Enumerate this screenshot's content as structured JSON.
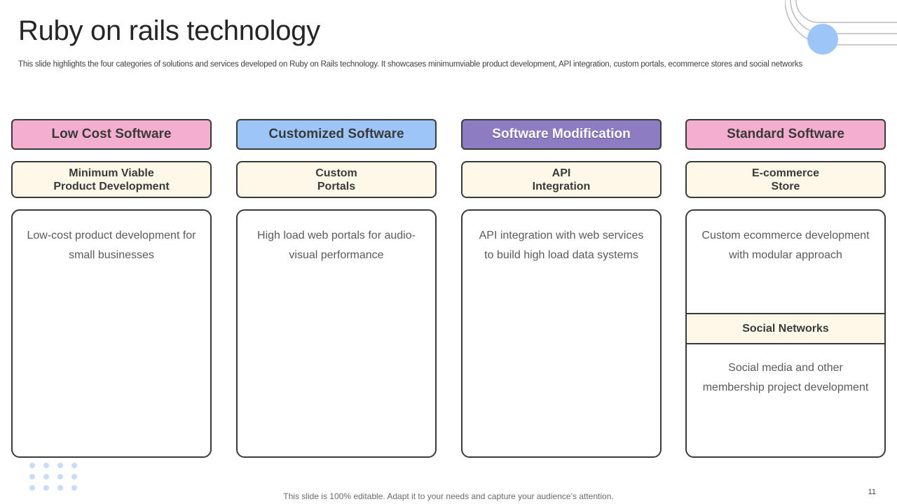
{
  "slide": {
    "title": "Ruby on rails technology",
    "subtitle": "This slide highlights the four categories of solutions and services developed on Ruby on Rails technology. It showcases minimumviable product development, API integration, custom portals, ecommerce stores and social networks",
    "footer": "This slide is 100% editable. Adapt it to your needs and capture your audience’s attention.",
    "page_number": "11"
  },
  "columns": [
    {
      "header": "Low Cost Software",
      "header_color": "#f4afd0",
      "sub": "Minimum Viable\nProduct Development",
      "body": "Low-cost product development for small businesses"
    },
    {
      "header": "Customized Software",
      "header_color": "#9ec5f8",
      "sub": "Custom\nPortals",
      "body": "High load web portals for audio-visual performance"
    },
    {
      "header": "Software Modification",
      "header_color": "#8e7cc3",
      "sub": "API\nIntegration",
      "body": "API integration with web services to build high load data systems"
    },
    {
      "header": "Standard Software",
      "header_color": "#f4afd0",
      "sub": "E-commerce\nStore",
      "body": "Custom ecommerce development with modular approach",
      "extra_header": "Social Networks",
      "extra_body": "Social media and other membership project development"
    }
  ],
  "colors": {
    "sub_box_fill": "#fdf8e8",
    "border": "#3a3a3a",
    "accent_circle": "#9ec5f8"
  },
  "icons": {
    "top_right": "concentric-arcs-decoration",
    "bottom_left": "dot-grid-decoration"
  }
}
